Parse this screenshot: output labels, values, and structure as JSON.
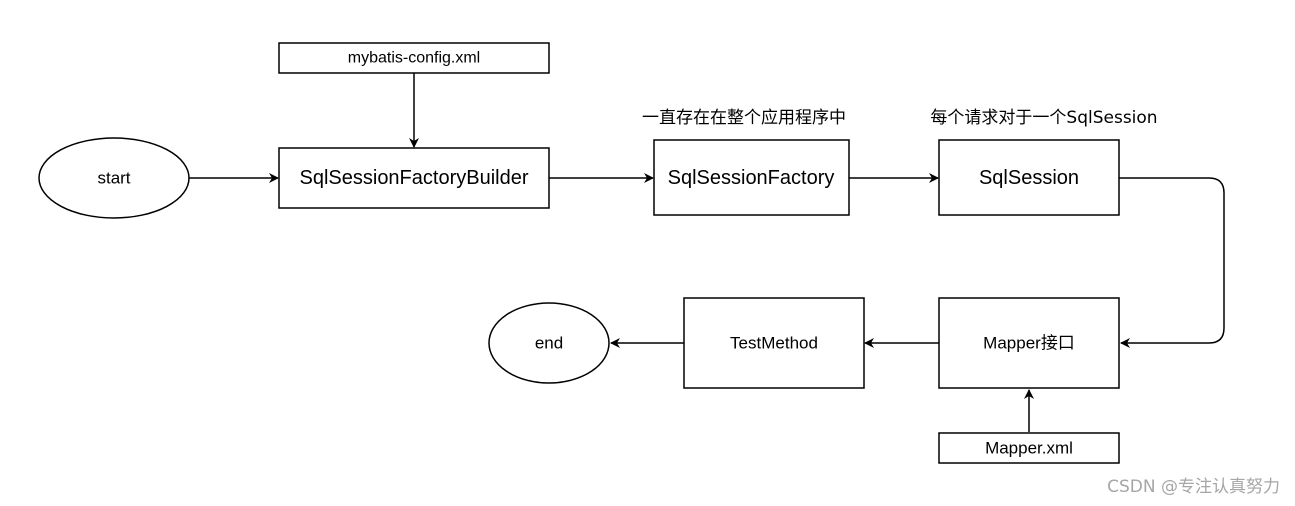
{
  "nodes": {
    "start": {
      "label": "start"
    },
    "mybatis_config": {
      "label": "mybatis-config.xml"
    },
    "builder": {
      "label": "SqlSessionFactoryBuilder"
    },
    "factory": {
      "label": "SqlSessionFactory"
    },
    "session": {
      "label": "SqlSession"
    },
    "mapper": {
      "label": "Mapper接口"
    },
    "mapper_xml": {
      "label": "Mapper.xml"
    },
    "test_method": {
      "label": "TestMethod"
    },
    "end": {
      "label": "end"
    }
  },
  "annotations": {
    "factory_note": "一直存在在整个应用程序中",
    "session_note": "每个请求对于一个SqlSession"
  },
  "watermark": "CSDN @专注认真努力",
  "colors": {
    "stroke": "#000000",
    "background": "#ffffff",
    "watermark": "#a6a6a6"
  }
}
